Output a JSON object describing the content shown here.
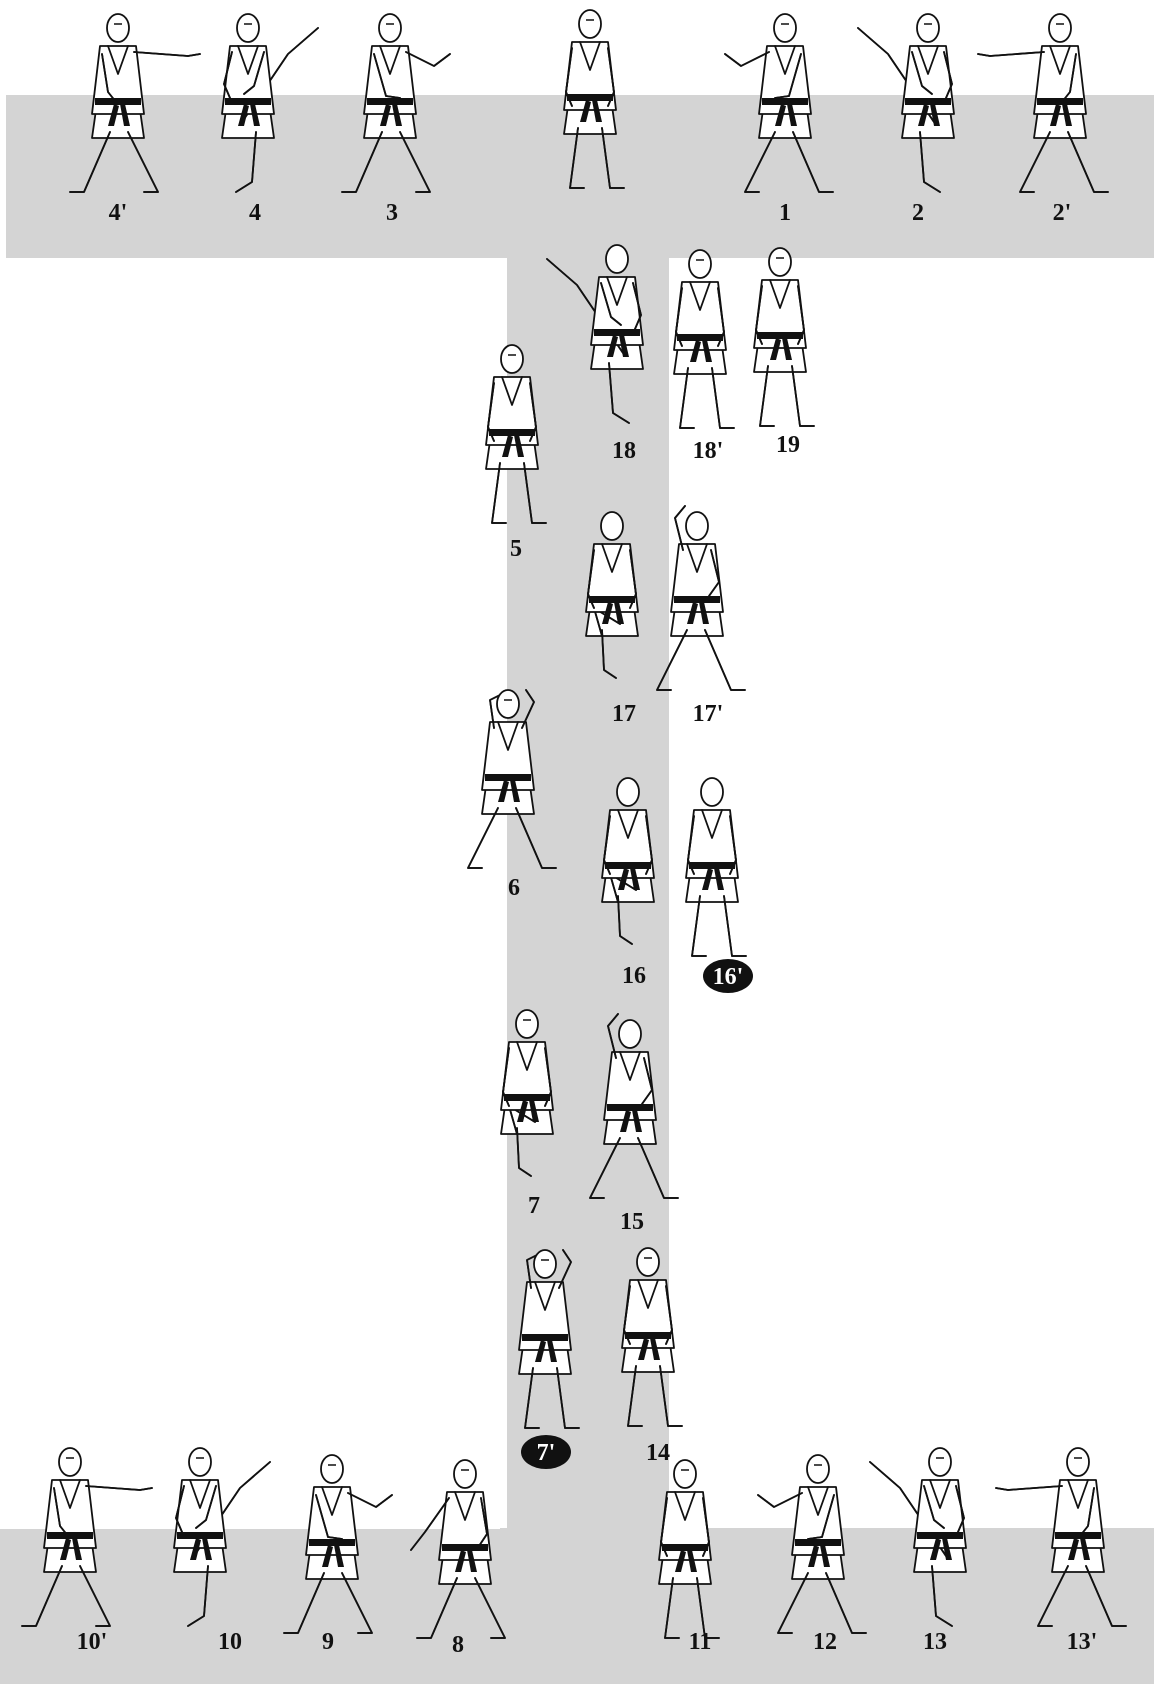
{
  "diagram": {
    "colors": {
      "band": "#d4d4d4",
      "ink": "#111111",
      "paper": "#ffffff"
    },
    "icons": [
      "figure-icon"
    ],
    "steps": [
      {
        "id": "4'",
        "label": "4'",
        "pose": "punch-left",
        "highlighted": false
      },
      {
        "id": "4",
        "label": "4",
        "pose": "kick-left",
        "highlighted": false
      },
      {
        "id": "3",
        "label": "3",
        "pose": "block-left",
        "highlighted": false
      },
      {
        "id": "0",
        "label": "",
        "pose": "ready",
        "highlighted": false
      },
      {
        "id": "1",
        "label": "1",
        "pose": "block-right",
        "highlighted": false
      },
      {
        "id": "2",
        "label": "2",
        "pose": "kick-right",
        "highlighted": false
      },
      {
        "id": "2'",
        "label": "2'",
        "pose": "punch-right",
        "highlighted": false
      },
      {
        "id": "18",
        "label": "18",
        "pose": "kick-back",
        "highlighted": false
      },
      {
        "id": "18'",
        "label": "18'",
        "pose": "stand-side",
        "highlighted": false
      },
      {
        "id": "19",
        "label": "19",
        "pose": "stand-side",
        "highlighted": false
      },
      {
        "id": "5",
        "label": "5",
        "pose": "ready",
        "highlighted": false
      },
      {
        "id": "17",
        "label": "17",
        "pose": "knee-back",
        "highlighted": false
      },
      {
        "id": "17'",
        "label": "17'",
        "pose": "block-up-back",
        "highlighted": false
      },
      {
        "id": "6",
        "label": "6",
        "pose": "guard-side",
        "highlighted": false
      },
      {
        "id": "16",
        "label": "16",
        "pose": "knee-back",
        "highlighted": false
      },
      {
        "id": "16'",
        "label": "16'",
        "pose": "stand-back",
        "highlighted": true
      },
      {
        "id": "7",
        "label": "7",
        "pose": "knee-side",
        "highlighted": false
      },
      {
        "id": "15",
        "label": "15",
        "pose": "block-up-back",
        "highlighted": false
      },
      {
        "id": "7'",
        "label": "7'",
        "pose": "guard-front",
        "highlighted": true
      },
      {
        "id": "14",
        "label": "14",
        "pose": "stand-side",
        "highlighted": false
      },
      {
        "id": "10'",
        "label": "10'",
        "pose": "punch-left",
        "highlighted": false
      },
      {
        "id": "10",
        "label": "10",
        "pose": "kick-left",
        "highlighted": false
      },
      {
        "id": "9",
        "label": "9",
        "pose": "block-left",
        "highlighted": false
      },
      {
        "id": "8",
        "label": "8",
        "pose": "low-block",
        "highlighted": false
      },
      {
        "id": "11",
        "label": "11",
        "pose": "ready",
        "highlighted": false
      },
      {
        "id": "12",
        "label": "12",
        "pose": "block-right",
        "highlighted": false
      },
      {
        "id": "13",
        "label": "13",
        "pose": "kick-right",
        "highlighted": false
      },
      {
        "id": "13'",
        "label": "13'",
        "pose": "punch-right",
        "highlighted": false
      }
    ]
  }
}
